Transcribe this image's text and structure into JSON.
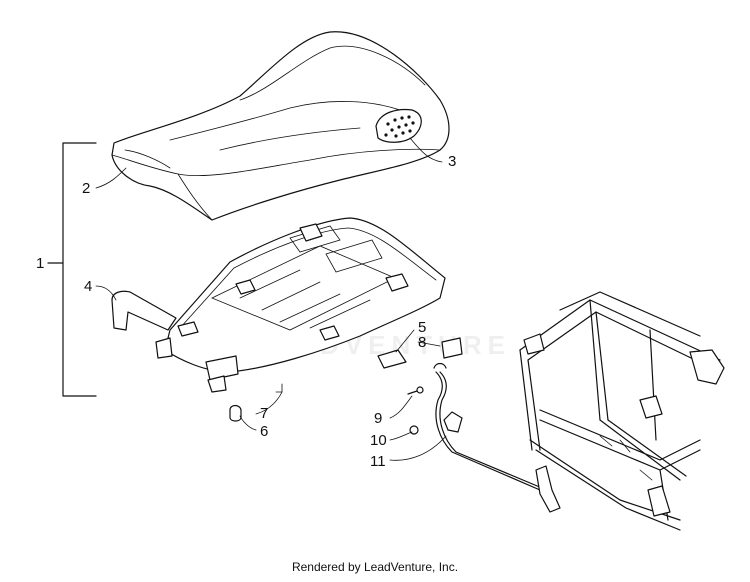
{
  "diagram": {
    "callouts": {
      "c1": "1",
      "c2": "2",
      "c3": "3",
      "c4": "4",
      "c5": "5",
      "c6": "6",
      "c7": "7",
      "c8": "8",
      "c9": "9",
      "c10": "10",
      "c11": "11"
    },
    "watermark": "LEADVENTURE"
  },
  "footer": {
    "text": "Rendered by LeadVenture, Inc."
  }
}
